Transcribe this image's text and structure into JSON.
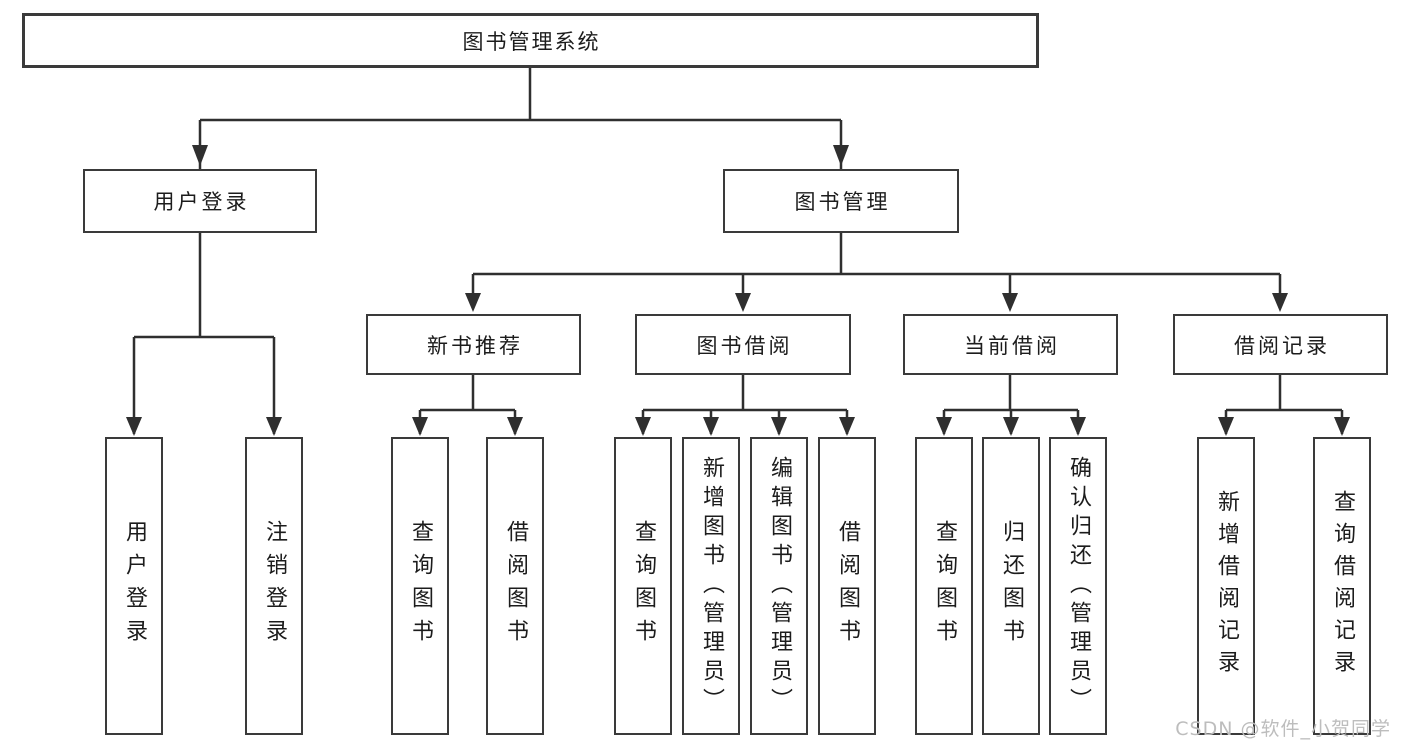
{
  "diagram": {
    "title": "图书管理系统",
    "tree": {
      "label": "图书管理系统",
      "children": [
        {
          "label": "用户登录",
          "children": [
            {
              "label": "用户登录"
            },
            {
              "label": "注销登录"
            }
          ]
        },
        {
          "label": "图书管理",
          "children": [
            {
              "label": "新书推荐",
              "children": [
                {
                  "label": "查询图书"
                },
                {
                  "label": "借阅图书"
                }
              ]
            },
            {
              "label": "图书借阅",
              "children": [
                {
                  "label": "查询图书"
                },
                {
                  "label": "新增图书（管理员）"
                },
                {
                  "label": "编辑图书（管理员）"
                },
                {
                  "label": "借阅图书"
                }
              ]
            },
            {
              "label": "当前借阅",
              "children": [
                {
                  "label": "查询图书"
                },
                {
                  "label": "归还图书"
                },
                {
                  "label": "确认归还（管理员）"
                }
              ]
            },
            {
              "label": "借阅记录",
              "children": [
                {
                  "label": "新增借阅记录"
                },
                {
                  "label": "查询借阅记录"
                }
              ]
            }
          ]
        }
      ]
    },
    "colors": {
      "line": "#2f2f2f",
      "box_border": "#3a3a3a",
      "box_fill": "#ffffff",
      "text": "#1c1c1c",
      "watermark": "#bdbdbd"
    }
  },
  "watermark": {
    "text": "CSDN @软件_小贺同学"
  }
}
